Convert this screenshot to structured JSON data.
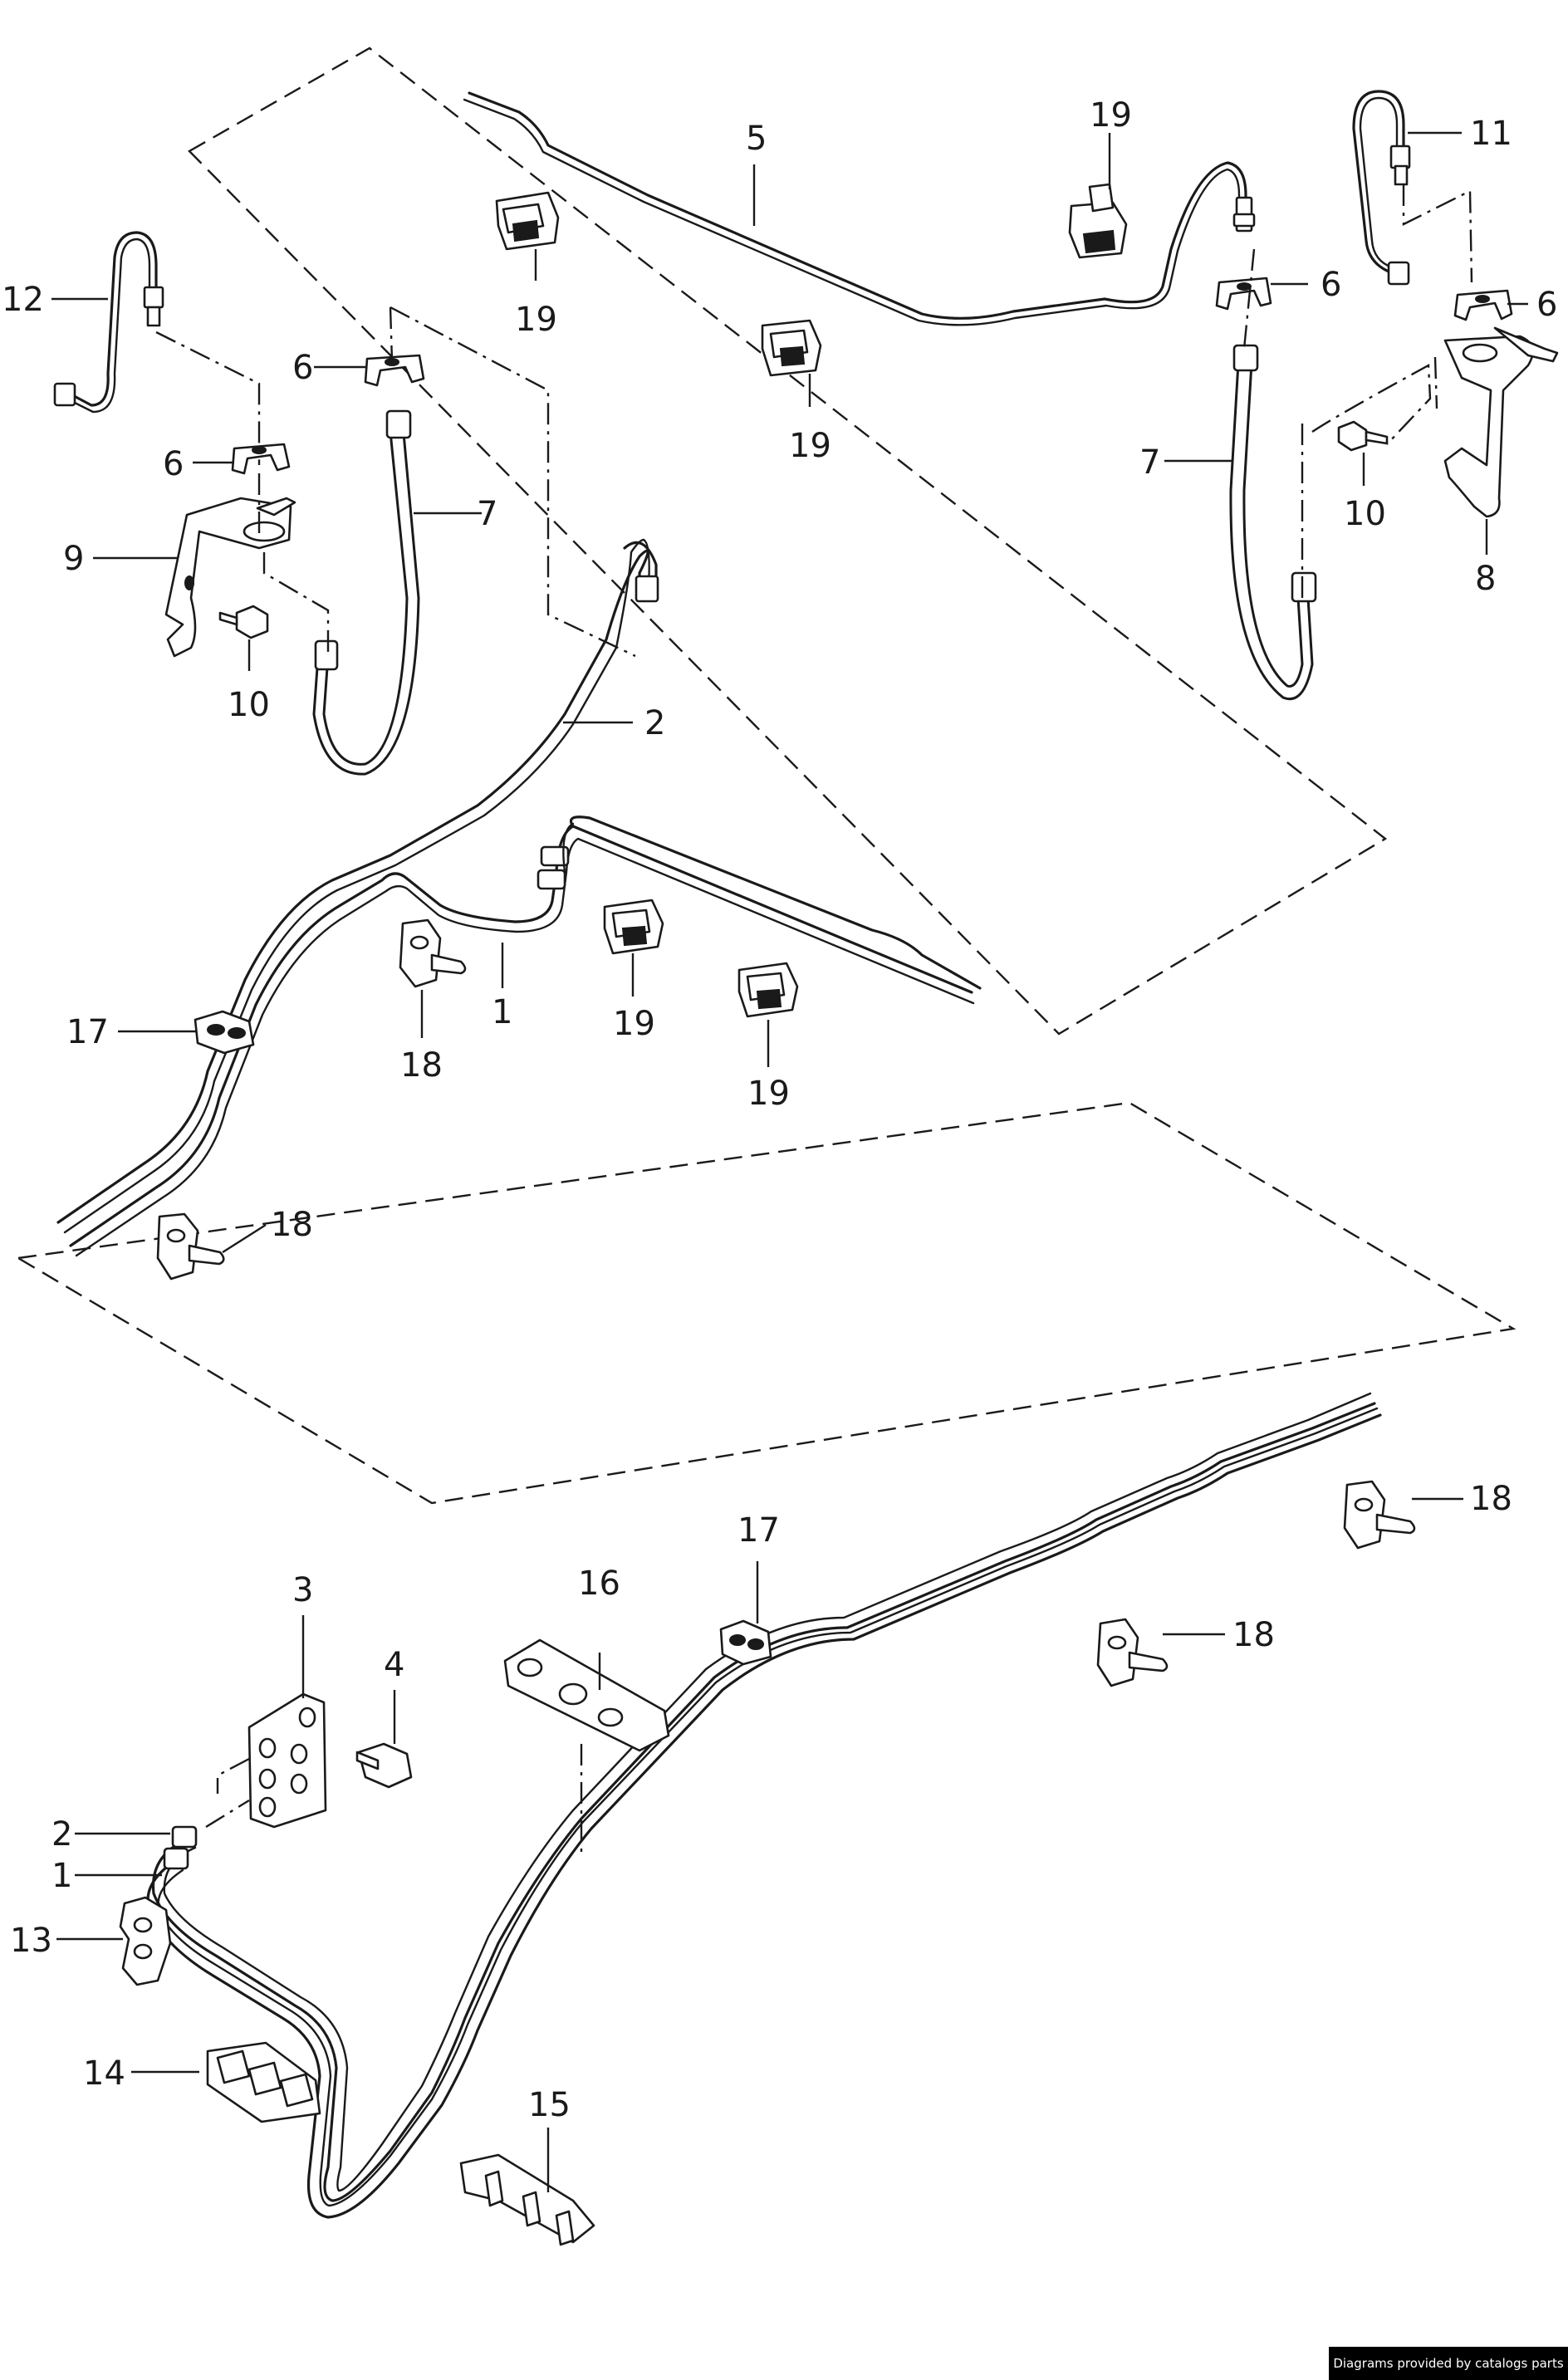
{
  "credit": "Diagrams provided by catalogs parts",
  "callouts": [
    {
      "id": "c5",
      "label": "5"
    },
    {
      "id": "c19a",
      "label": "19"
    },
    {
      "id": "c19b",
      "label": "19"
    },
    {
      "id": "c19c",
      "label": "19"
    },
    {
      "id": "c11",
      "label": "11"
    },
    {
      "id": "c6a",
      "label": "6"
    },
    {
      "id": "c6b",
      "label": "6"
    },
    {
      "id": "c6c",
      "label": "6"
    },
    {
      "id": "c6d",
      "label": "6"
    },
    {
      "id": "c12",
      "label": "12"
    },
    {
      "id": "c9",
      "label": "9"
    },
    {
      "id": "c10a",
      "label": "10"
    },
    {
      "id": "c7a",
      "label": "7"
    },
    {
      "id": "c7b",
      "label": "7"
    },
    {
      "id": "c10b",
      "label": "10"
    },
    {
      "id": "c8",
      "label": "8"
    },
    {
      "id": "c2a",
      "label": "2"
    },
    {
      "id": "c1a",
      "label": "1"
    },
    {
      "id": "c19d",
      "label": "19"
    },
    {
      "id": "c19e",
      "label": "19"
    },
    {
      "id": "c17a",
      "label": "17"
    },
    {
      "id": "c18a",
      "label": "18"
    },
    {
      "id": "c18b",
      "label": "18"
    },
    {
      "id": "c18c",
      "label": "18"
    },
    {
      "id": "c17b",
      "label": "17"
    },
    {
      "id": "c16",
      "label": "16"
    },
    {
      "id": "c18d",
      "label": "18"
    },
    {
      "id": "c3",
      "label": "3"
    },
    {
      "id": "c4",
      "label": "4"
    },
    {
      "id": "c2b",
      "label": "2"
    },
    {
      "id": "c1b",
      "label": "1"
    },
    {
      "id": "c13",
      "label": "13"
    },
    {
      "id": "c14",
      "label": "14"
    },
    {
      "id": "c15",
      "label": "15"
    }
  ]
}
